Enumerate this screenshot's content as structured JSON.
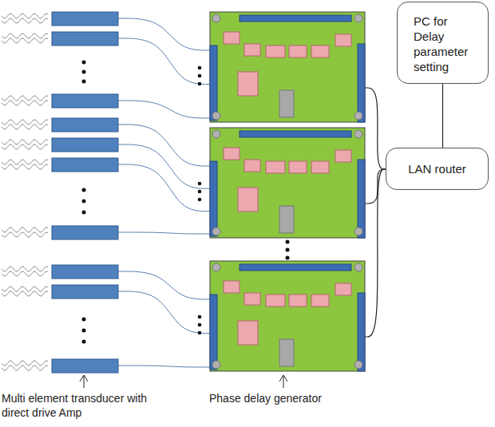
{
  "diagram": {
    "nodes": [
      {
        "text": [
          "PC for Delay parameter setting"
        ]
      },
      {
        "text": [
          "LAN router"
        ]
      }
    ],
    "edges": [
      {
        "from": 0,
        "to": 1,
        "arrow": "none"
      }
    ],
    "labels": [
      "Multi element transducer with direct drive Amp",
      "Phase delay generator"
    ]
  }
}
